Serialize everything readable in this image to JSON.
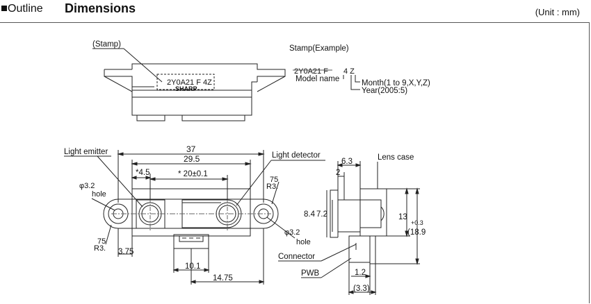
{
  "header": {
    "section": "Outline",
    "title": "Dimensions",
    "unit": "(Unit : mm)"
  },
  "top_view": {
    "stamp_label": "(Stamp)",
    "stamp_text_1": "2Y0A21 F 4Z",
    "stamp_text_2": "SHARP"
  },
  "stamp_example": {
    "title": "Stamp(Example)",
    "code": "2Y0A21 F",
    "code_suffix": "4 Z",
    "model": "Model name",
    "month": "Month(1 to 9,X,Y,Z)",
    "year": "Year(2005:5)"
  },
  "front_view": {
    "light_emitter": "Light emitter",
    "light_detector": "Light detector",
    "dim_37": "37",
    "dim_29_5": "29.5",
    "dim_4_5": "*4.5",
    "dim_20": "* 20±0.1",
    "hole_left_a": "φ3.2",
    "hole_left_b": "hole",
    "r_top_a": "R3.",
    "r_top_b": "75",
    "r_bottom_a": "R3.",
    "r_bottom_b": "75",
    "hole_right_a": "φ3.2",
    "hole_right_b": "hole",
    "dim_3_75": "3.75",
    "dim_10_1": "10.1",
    "dim_14_75": "14.75"
  },
  "side_view": {
    "lens_case": "Lens case",
    "dim_6_3": "6.3",
    "dim_2": "2",
    "dim_8_4": "8.4",
    "dim_7_2": "7.2",
    "dim_13": "13",
    "dim_tol": "+0.3",
    "dim_18_9": "(18.9",
    "connector": "Connector",
    "pwb": "PWB",
    "dim_1_2": "1.2",
    "dim_3_3": "(3.3)"
  }
}
